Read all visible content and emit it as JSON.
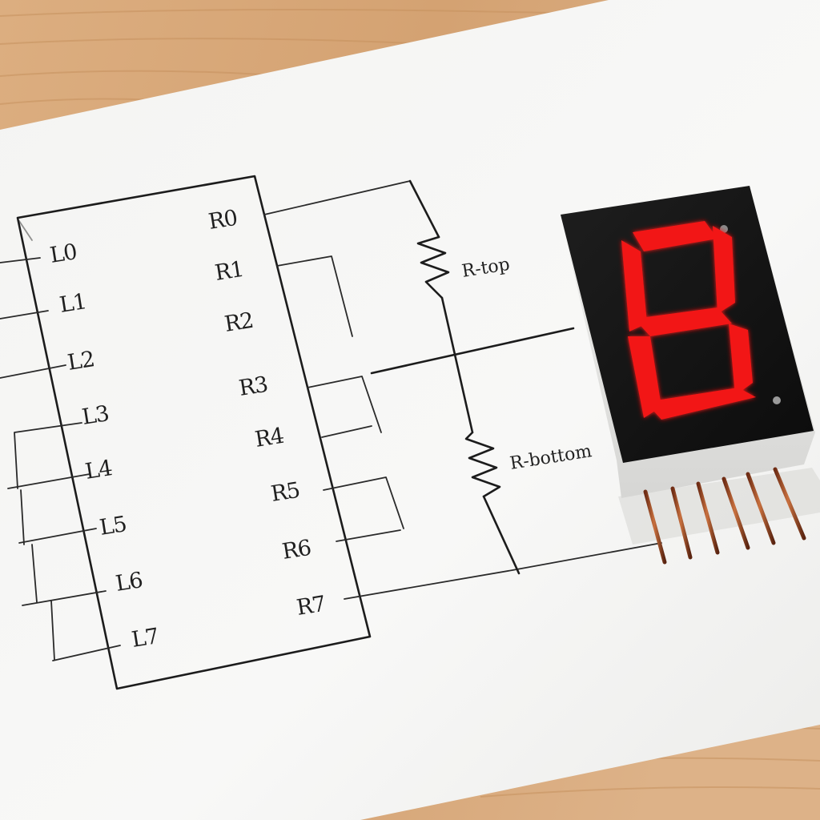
{
  "photo": {
    "desk_color": "#d8a878",
    "paper_color": "#f6f6f4",
    "ink_color": "#1c1c1c",
    "segment_color": "#f21818",
    "display_body_color": "#141414"
  },
  "schematic": {
    "ic_left_pins": [
      {
        "label": "L0"
      },
      {
        "label": "L1"
      },
      {
        "label": "L2"
      },
      {
        "label": "L3"
      },
      {
        "label": "L4"
      },
      {
        "label": "L5"
      },
      {
        "label": "L6"
      },
      {
        "label": "L7"
      }
    ],
    "ic_right_pins": [
      {
        "label": "R0"
      },
      {
        "label": "R1"
      },
      {
        "label": "R2"
      },
      {
        "label": "R3"
      },
      {
        "label": "R4"
      },
      {
        "label": "R5"
      },
      {
        "label": "R6"
      },
      {
        "label": "R7"
      }
    ],
    "resistors": [
      {
        "label": "R-top"
      },
      {
        "label": "R-bottom"
      }
    ]
  },
  "display": {
    "digit": "8",
    "lit_segments": [
      "a",
      "b",
      "c",
      "d",
      "e",
      "f",
      "g"
    ],
    "pin_count": 6
  }
}
